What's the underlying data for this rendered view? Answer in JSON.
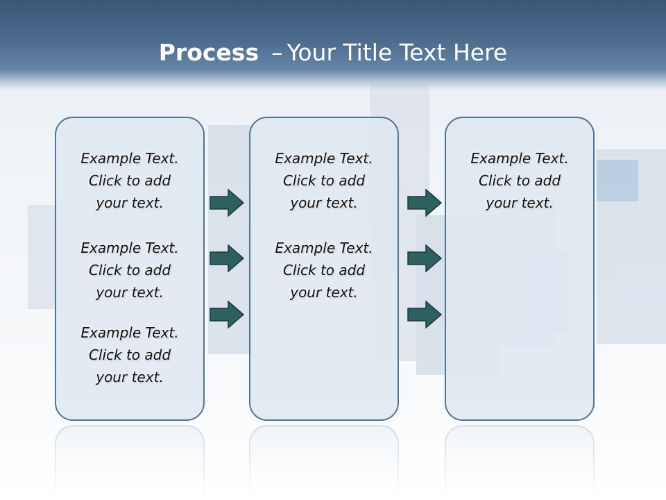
{
  "title": {
    "bold": "Process",
    "separator": "–",
    "rest": "Your Title Text Here"
  },
  "columns": [
    {
      "items": [
        {
          "line1": "Example Text.",
          "line2": "Click  to add",
          "line3": "your text."
        },
        {
          "line1": "Example Text.",
          "line2": "Click  to add",
          "line3": "your text."
        },
        {
          "line1": "Example Text.",
          "line2": "Click  to add",
          "line3": "your text."
        }
      ]
    },
    {
      "items": [
        {
          "line1": "Example Text.",
          "line2": "Click  to add",
          "line3": "your text."
        },
        {
          "line1": "Example Text.",
          "line2": "Click  to add",
          "line3": "your text."
        }
      ]
    },
    {
      "items": [
        {
          "line1": "Example Text.",
          "line2": "Click  to add",
          "line3": "your text."
        }
      ]
    }
  ],
  "colors": {
    "header": "#3b5776",
    "box_border": "#4e7497",
    "box_fill": "#dfe8f0",
    "arrow_fill": "#2e6060",
    "arrow_stroke": "#1c3a3a"
  }
}
